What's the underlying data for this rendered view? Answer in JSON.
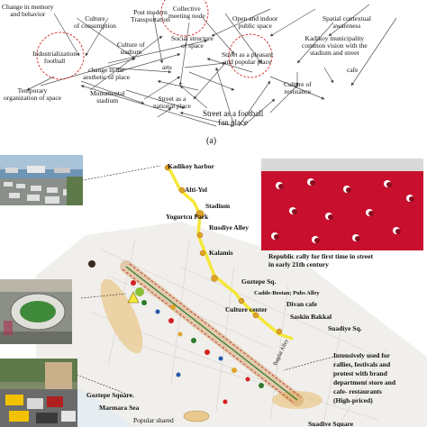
{
  "network": {
    "nodes": [
      {
        "id": "change-memory",
        "label": "Change in memory\nand behavior"
      },
      {
        "id": "culture-consumption",
        "label": "Culture\nof consumption"
      },
      {
        "id": "post-modern",
        "label": "Post modern\nTransportation"
      },
      {
        "id": "collective-node",
        "label": "Collective\nmeeting node"
      },
      {
        "id": "open-indoor",
        "label": "Open and indoor\npublic space"
      },
      {
        "id": "spatial-contextual",
        "label": "Spatial contextual\nawareness"
      },
      {
        "id": "industrialization",
        "label": "Industrialization\nfootball"
      },
      {
        "id": "culture-stadium",
        "label": "Culture of\nstadium"
      },
      {
        "id": "social-structure",
        "label": "Social structure\nof space"
      },
      {
        "id": "kadikoy-municipality",
        "label": "Kadikoy municipality\ncommon vision with the\nstadium and street"
      },
      {
        "id": "arts",
        "label": "arts"
      },
      {
        "id": "street-pleasant",
        "label": "Street as a pleasant\nand popular place"
      },
      {
        "id": "cafe",
        "label": "cafe"
      },
      {
        "id": "change-aesthetic",
        "label": "change in the\naesthetic of place"
      },
      {
        "id": "temporary-org",
        "label": "Temporary\norganization of space"
      },
      {
        "id": "culture-resistance",
        "label": "Culture of\nresistance"
      },
      {
        "id": "monumental-stadium",
        "label": "Monumental\nstadium"
      },
      {
        "id": "street-national",
        "label": "Street as a\nnational place"
      },
      {
        "id": "street-football",
        "label": "Street as a football\nfan place"
      }
    ],
    "caption": "(a)"
  },
  "map": {
    "labels": {
      "kadikoy_harbor": "Kadikoy harbor",
      "alti_yol": "Alti-Yol",
      "stadium": "Stadium",
      "yogurtcu_park": "Yogurtcu Park",
      "rusdiye_alley": "Rusdiye Alley",
      "kalamis": "Kalamis",
      "goztepe_sq": "Goztepe Sq.",
      "caddebostan": "Cadde-Bostan; Pubs Alley",
      "divan_cafe": "Divan cafe",
      "culture_center": "Culture center",
      "saskin_bakkal": "Saskin Bakkal",
      "suadiye_sq": "Suadiye Sq.",
      "goztepe_square": "Goztepe Square",
      "marmara_sea": "Marmara Sea",
      "popular_shared": "Popular shared",
      "suadive_square": "Suadive Square",
      "bagdat_alley": "Bagdat Alley"
    },
    "rally_caption": "Republic rally for first time in street\nin early 21th century",
    "usage_caption": "Intensively used for\nrallies, festivals and\nprotest with brand\ndepartment store and\ncafe- restaurants\n(High-priced)"
  },
  "colors": {
    "yellow_route": "#f5e63a",
    "red_circle": "#d42020",
    "rally_red": "#c8102e"
  }
}
